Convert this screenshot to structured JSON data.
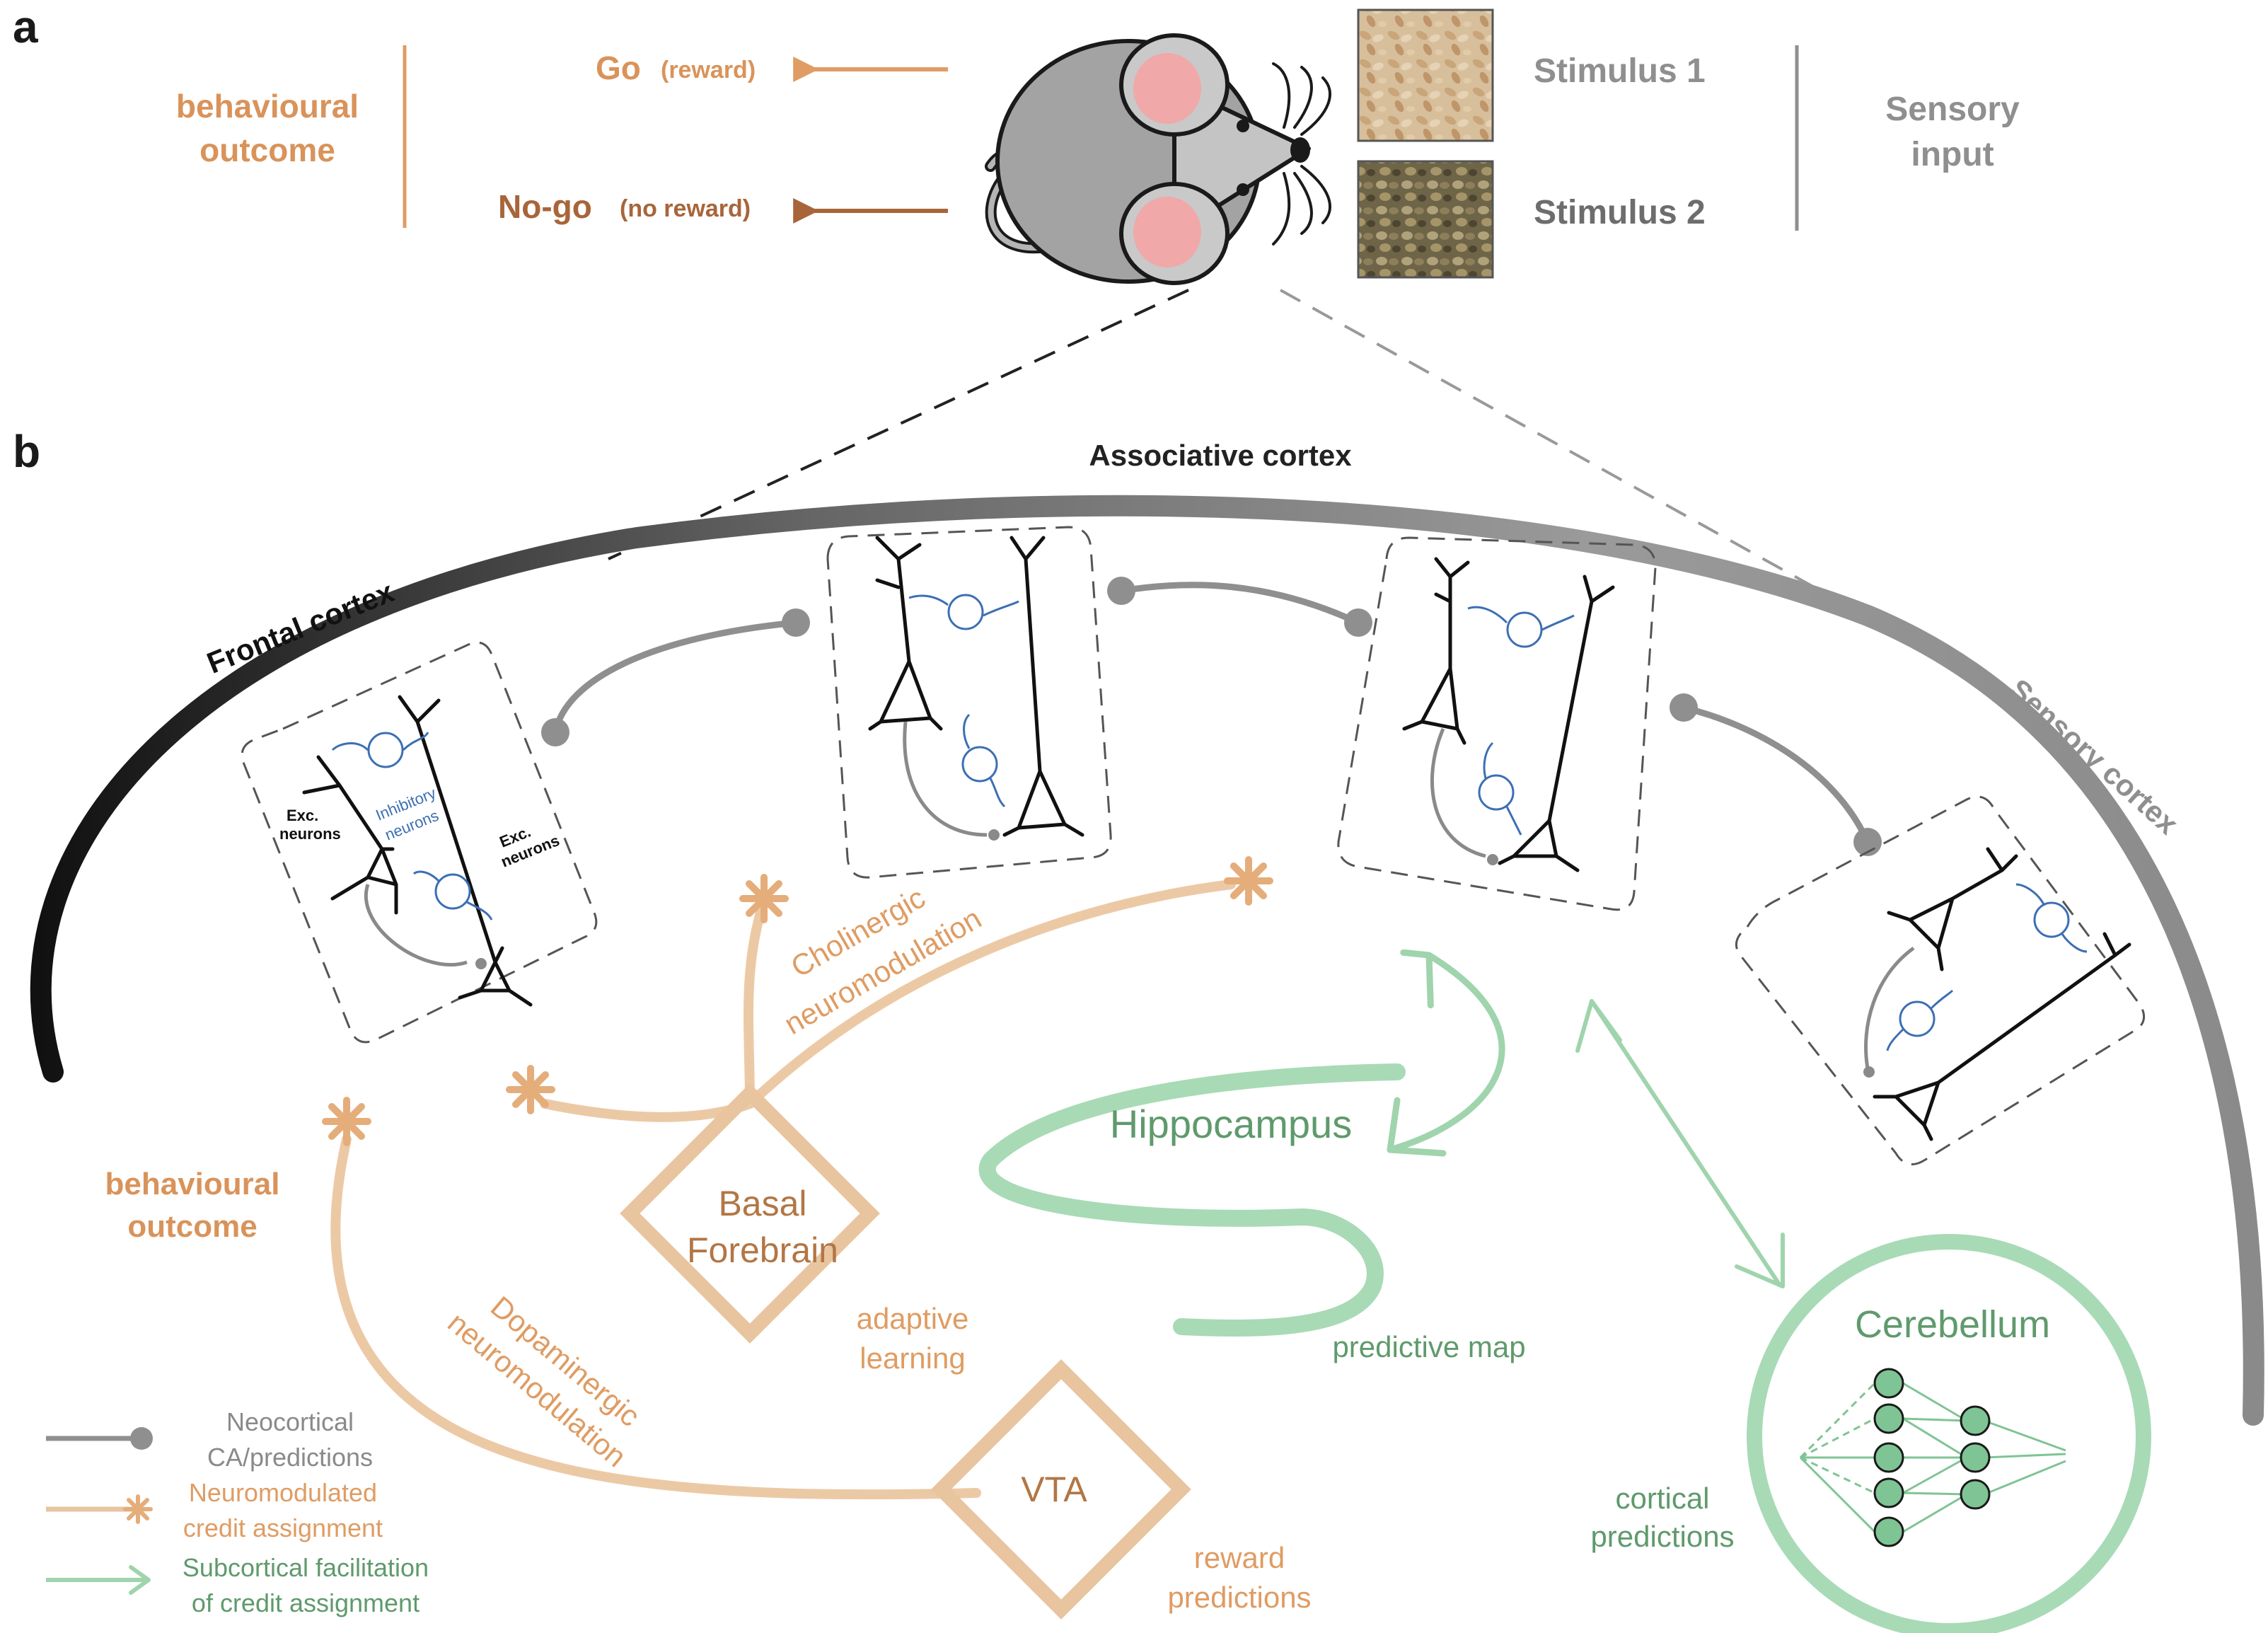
{
  "panel_a": {
    "letter": "a",
    "outcome_label": [
      "behavioural",
      "outcome"
    ],
    "go_label": "Go",
    "go_sub": "(reward)",
    "nogo_label": "No-go",
    "nogo_sub": "(no reward)",
    "stimulus1": "Stimulus 1",
    "stimulus2": "Stimulus 2",
    "sensory_label": [
      "Sensory",
      "input"
    ]
  },
  "panel_b": {
    "letter": "b",
    "associative_cortex": "Associative cortex",
    "frontal_cortex": "Frontal cortex",
    "sensory_cortex": "Sensory cortex",
    "exc_neurons": [
      "Exc.",
      "neurons"
    ],
    "inhibitory_neurons": [
      "Inhibitory",
      "neurons"
    ],
    "cholinergic": [
      "Cholinergic",
      "neuromodulation"
    ],
    "dopaminergic": [
      "Dopaminergic",
      "neuromodulation"
    ],
    "behavioural_outcome": [
      "behavioural",
      "outcome"
    ],
    "basal_forebrain": [
      "Basal",
      "Forebrain"
    ],
    "adaptive_learning": [
      "adaptive",
      "learning"
    ],
    "vta": "VTA",
    "reward_predictions": [
      "reward",
      "predictions"
    ],
    "hippocampus": "Hippocampus",
    "predictive_map": "predictive map",
    "cerebellum": "Cerebellum",
    "cortical_predictions": [
      "cortical",
      "predictions"
    ]
  },
  "legend": {
    "items": [
      {
        "label": [
          "Neocortical",
          "CA/predictions"
        ],
        "kind": "grey-dot"
      },
      {
        "label": [
          "Neuromodulated",
          "credit assignment"
        ],
        "kind": "orange-star"
      },
      {
        "label": [
          "Subcortical facilitation",
          "of credit assignment"
        ],
        "kind": "green-arrow"
      }
    ]
  },
  "colors": {
    "orange": "#df9c63",
    "orange_dark": "#b27645",
    "green": "#9fd4ad",
    "grey": "#8f8f8f",
    "blue": "#3c6fb4"
  }
}
